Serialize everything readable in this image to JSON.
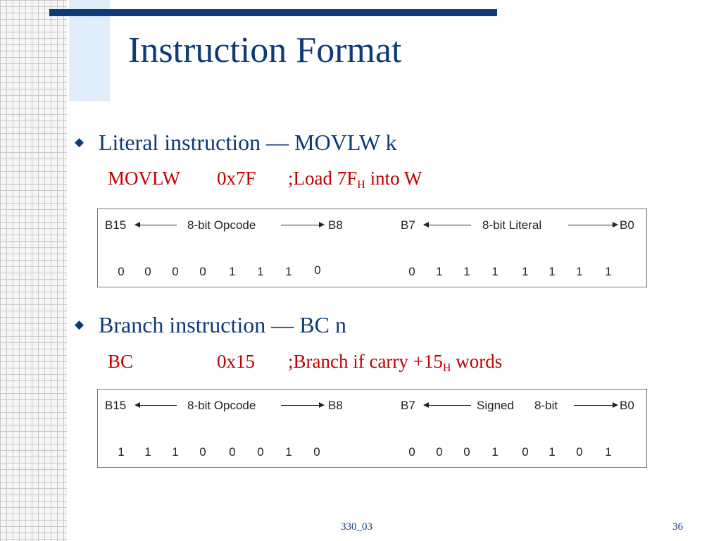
{
  "slide": {
    "title": "Instruction Format",
    "bullets": [
      {
        "text": "Literal instruction — MOVLW k",
        "code": {
          "mnemonic": "MOVLW",
          "operand": "0x7F",
          "comment_pre": ";Load 7F",
          "comment_sub": "H",
          "comment_post": " into W"
        },
        "diagram": {
          "left_hi": "B15",
          "left_label": "8-bit Opcode",
          "left_lo": "B8",
          "right_hi": "B7",
          "right_label": "8-bit Literal",
          "right_lo": "B0",
          "bits_left": [
            "0",
            "0",
            "0",
            "0",
            "1",
            "1",
            "1",
            "0"
          ],
          "bits_right": [
            "0",
            "1",
            "1",
            "1",
            "1",
            "1",
            "1",
            "1"
          ]
        }
      },
      {
        "text": "Branch instruction — BC n",
        "code": {
          "mnemonic": "BC",
          "operand": "0x15",
          "comment_pre": ";Branch if carry +15",
          "comment_sub": "H",
          "comment_post": " words"
        },
        "diagram": {
          "left_hi": "B15",
          "left_label": "8-bit Opcode",
          "left_lo": "B8",
          "right_hi": "B7",
          "right_label_a": "Signed",
          "right_label_b": "8-bit",
          "right_lo": "B0",
          "bits_left": [
            "1",
            "1",
            "1",
            "0",
            "0",
            "0",
            "1",
            "0"
          ],
          "bits_right": [
            "0",
            "0",
            "0",
            "1",
            "0",
            "1",
            "0",
            "1"
          ]
        }
      }
    ],
    "footer": {
      "course": "330_03",
      "page": "36"
    },
    "colors": {
      "title_blue": "#0d3b78",
      "code_red": "#c00000"
    }
  }
}
